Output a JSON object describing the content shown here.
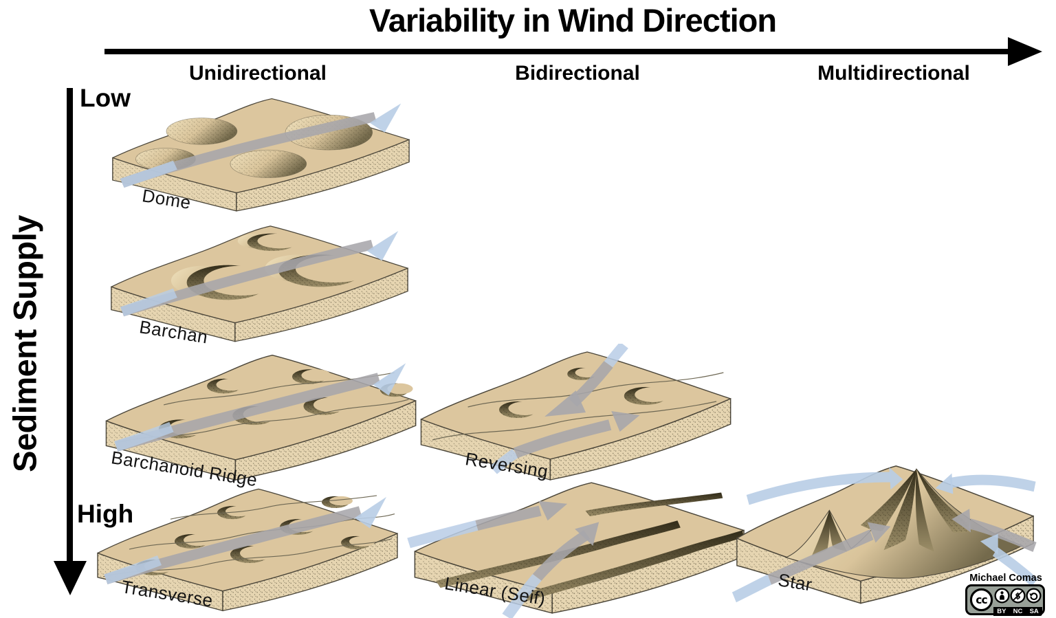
{
  "header": {
    "title": "Variability in Wind Direction"
  },
  "x_axis": {
    "categories": [
      "Unidirectional",
      "Bidirectional",
      "Multidirectional"
    ]
  },
  "y_axis": {
    "label": "Sediment Supply",
    "top_label": "Low",
    "bottom_label": "High"
  },
  "dunes": [
    {
      "name": "Dome",
      "wind_direction": "Unidirectional",
      "sediment_row": 1
    },
    {
      "name": "Barchan",
      "wind_direction": "Unidirectional",
      "sediment_row": 2
    },
    {
      "name": "Barchanoid Ridge",
      "wind_direction": "Unidirectional",
      "sediment_row": 3
    },
    {
      "name": "Transverse",
      "wind_direction": "Unidirectional",
      "sediment_row": 4
    },
    {
      "name": "Reversing",
      "wind_direction": "Bidirectional",
      "sediment_row": 3
    },
    {
      "name": "Linear (Seif)",
      "wind_direction": "Bidirectional",
      "sediment_row": 4
    },
    {
      "name": "Star",
      "wind_direction": "Multidirectional",
      "sediment_row": 4
    }
  ],
  "credit": {
    "author": "Michael Comas",
    "license": {
      "name": "CC BY-NC-SA",
      "labels": [
        "BY",
        "NC",
        "SA"
      ]
    }
  },
  "colors": {
    "sand_top": "#dcc69e",
    "sand_side": "#e6d5b1",
    "outline": "#4b463a",
    "slipface": "#39331f",
    "wind_arrow_gray": "#a7a6ab",
    "wind_arrow_blue": "#b8cde6",
    "text": "#000000"
  }
}
